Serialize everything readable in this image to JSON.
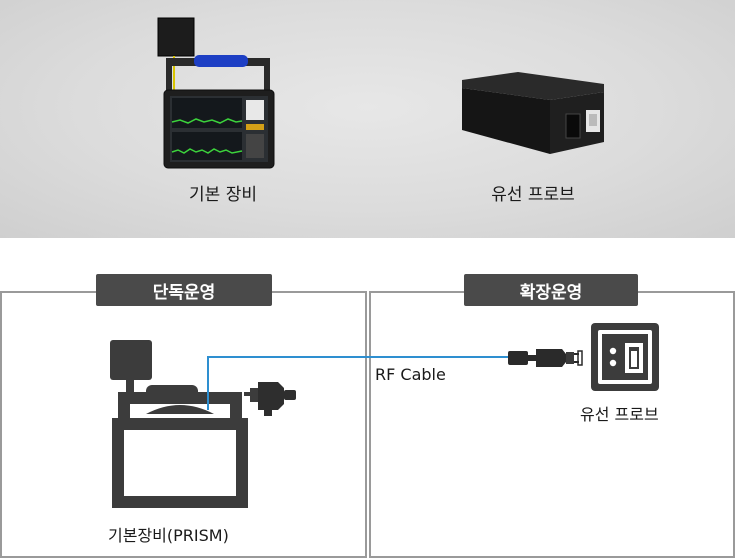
{
  "top": {
    "basic_equipment_label": "기본 장비",
    "wired_probe_label": "유선 프로브"
  },
  "diagram": {
    "left_tab": "단독운영",
    "right_tab": "확장운영",
    "cable_label": "RF Cable",
    "probe_label": "유선 프로브",
    "device_label": "기본장비(PRISM)"
  },
  "colors": {
    "cable": "#2e8fd0",
    "tab_bg": "#4a4a4a",
    "panel_border": "#9a9a9a",
    "device": "#3c3c3c"
  }
}
